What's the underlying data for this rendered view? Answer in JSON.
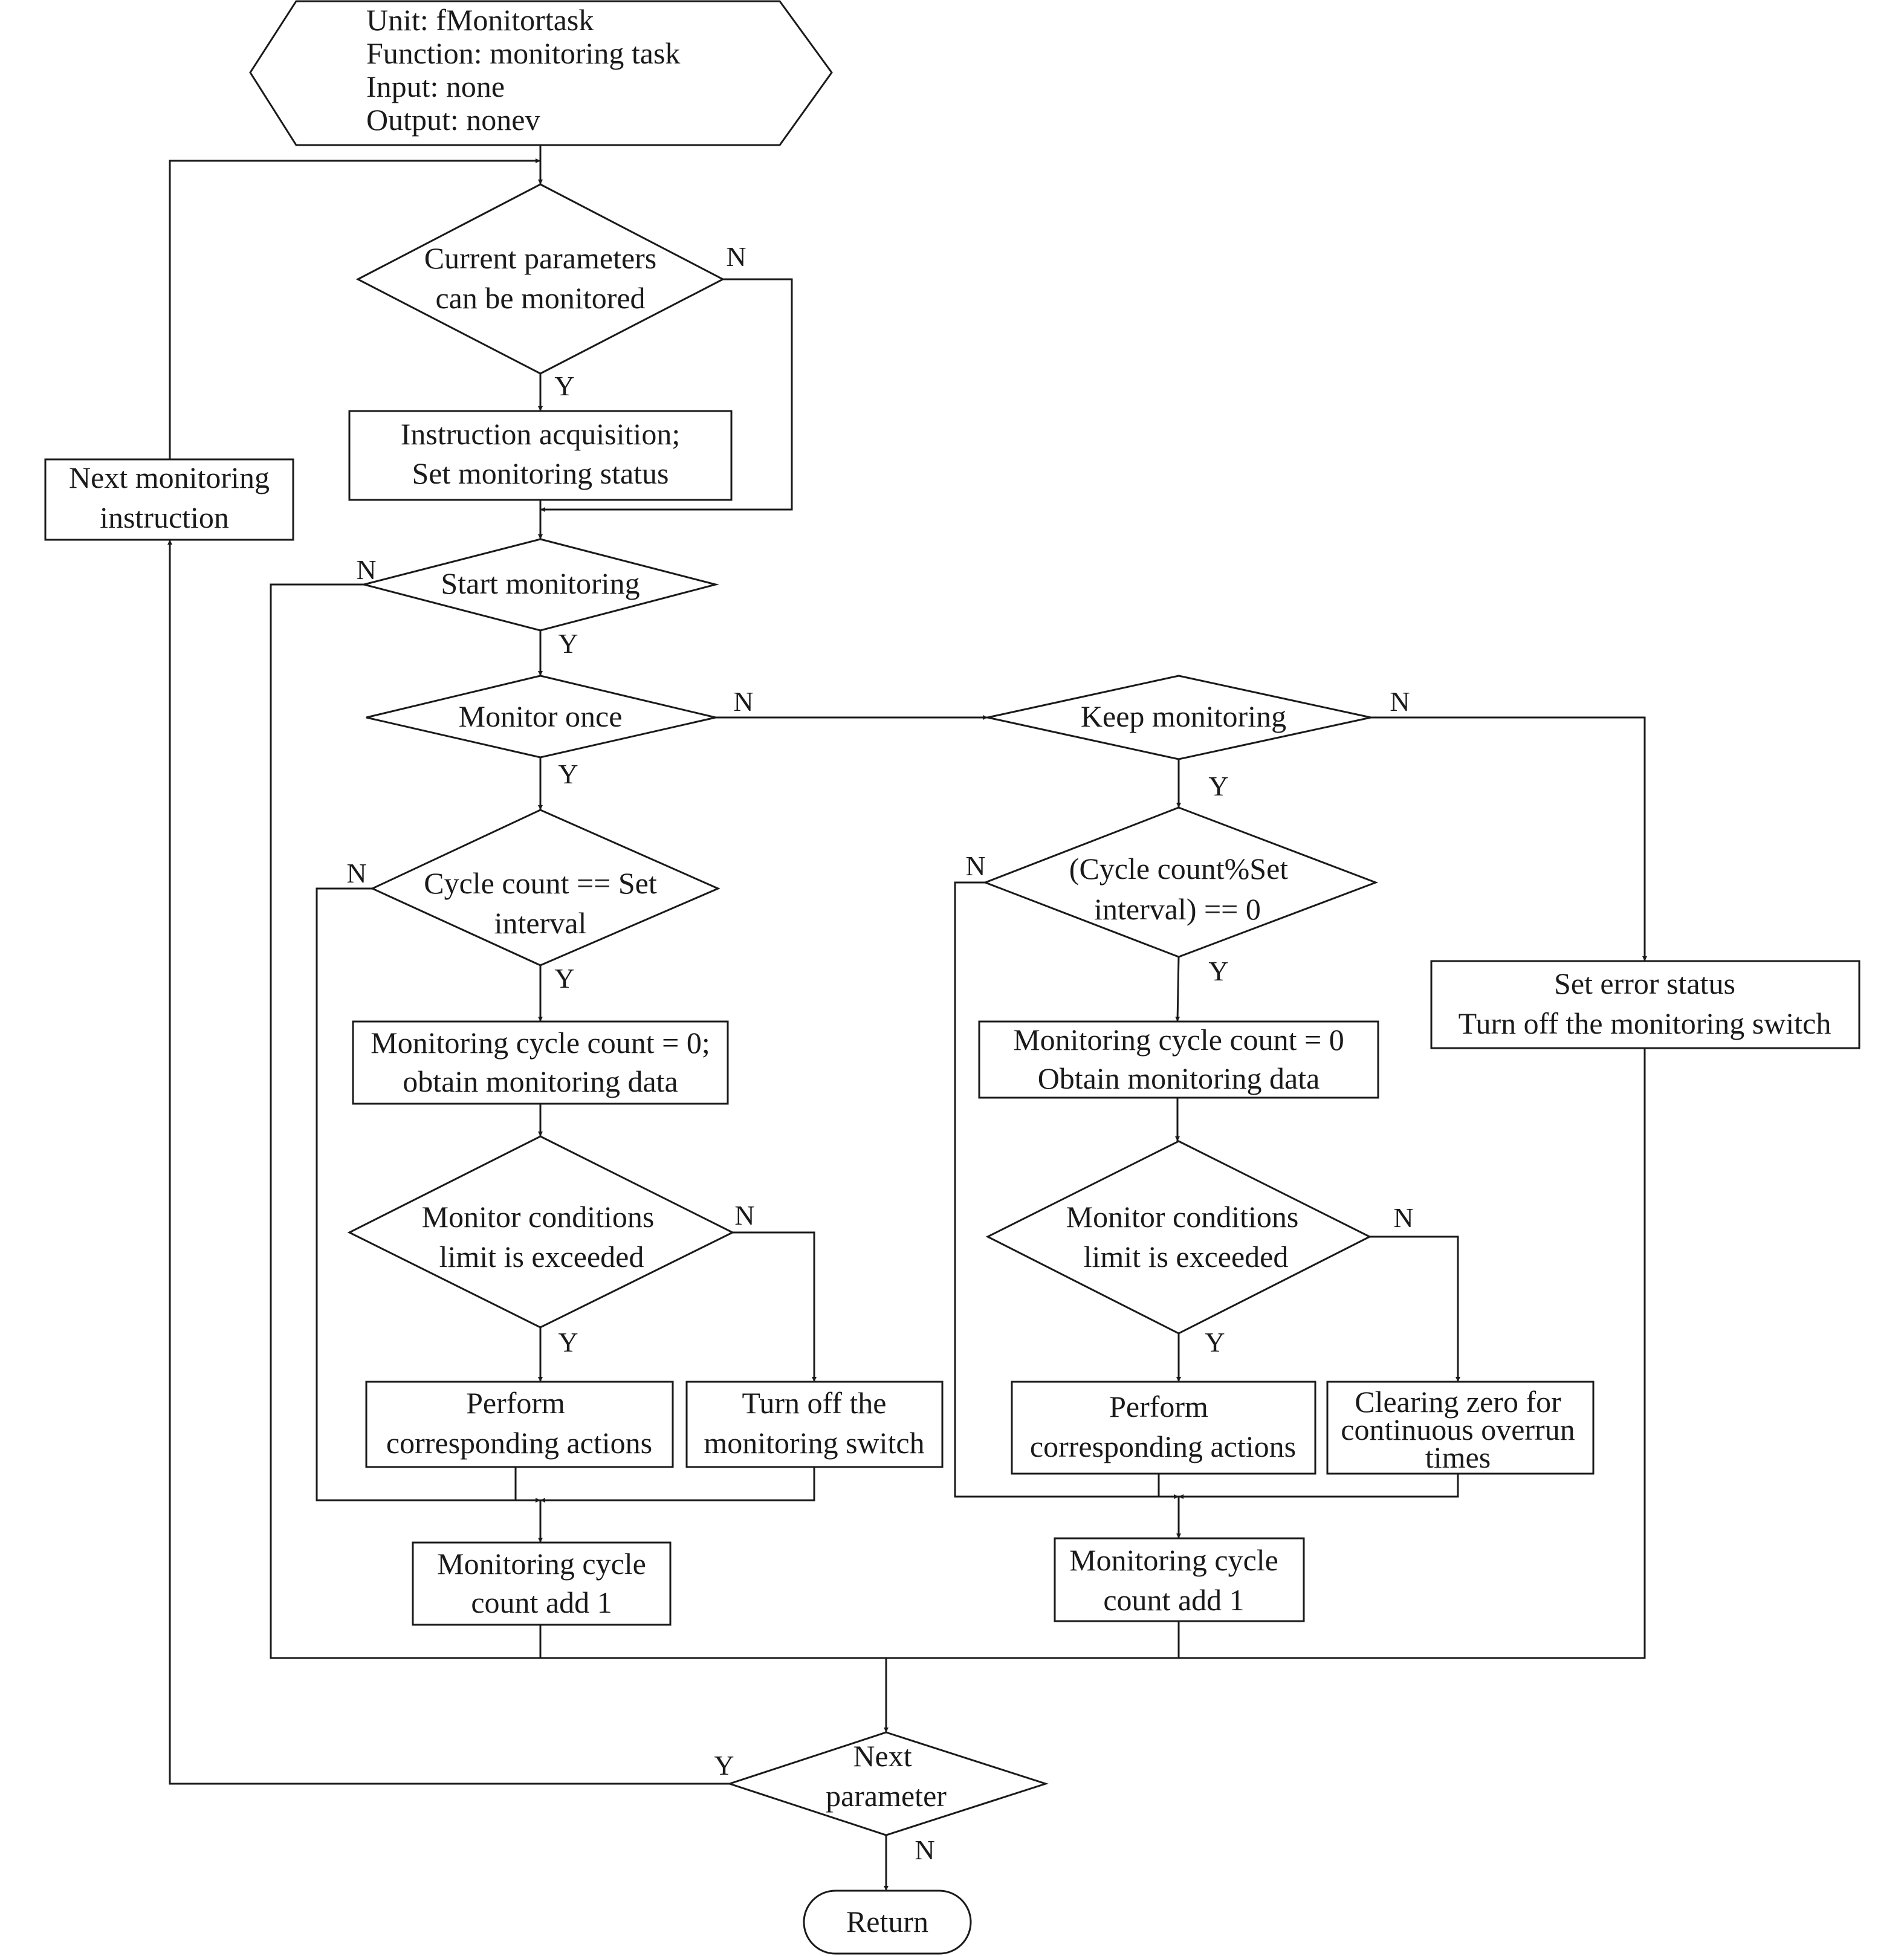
{
  "header": {
    "unit": "Unit: fMonitortask",
    "function": "Function: monitoring task",
    "input": "Input: none",
    "output": "Output: nonev"
  },
  "nodes": {
    "current_params": [
      "Current parameters",
      "can be monitored"
    ],
    "instruction_acq": [
      "Instruction acquisition;",
      "Set monitoring status"
    ],
    "next_instruction": [
      "Next monitoring",
      "instruction"
    ],
    "start_monitoring": [
      "Start monitoring"
    ],
    "monitor_once": [
      "Monitor once"
    ],
    "keep_monitoring": [
      "Keep monitoring"
    ],
    "cycle_eq": [
      "Cycle count == Set",
      "interval"
    ],
    "cycle_mod": [
      "(Cycle count%Set",
      "interval) == 0"
    ],
    "set_error": [
      "Set error status",
      "Turn off the monitoring switch"
    ],
    "obtain_left": [
      "Monitoring cycle count = 0;",
      "obtain monitoring data"
    ],
    "obtain_right": [
      "Monitoring cycle count = 0",
      "Obtain monitoring data"
    ],
    "cond_left": [
      "Monitor conditions",
      "limit is exceeded"
    ],
    "cond_right": [
      "Monitor conditions",
      "limit is exceeded"
    ],
    "perform_left": [
      "Perform",
      "corresponding actions"
    ],
    "turn_off_left": [
      "Turn off the",
      "monitoring switch"
    ],
    "perform_right": [
      "Perform",
      "corresponding actions"
    ],
    "clear_zero": [
      "Clearing zero for",
      "continuous overrun",
      "times"
    ],
    "add_left": [
      "Monitoring cycle",
      "count add 1"
    ],
    "add_right": [
      "Monitoring cycle",
      "count add 1"
    ],
    "next_param": [
      "Next",
      "parameter"
    ],
    "return": [
      "Return"
    ]
  },
  "labels": {
    "yes": "Y",
    "no": "N"
  }
}
